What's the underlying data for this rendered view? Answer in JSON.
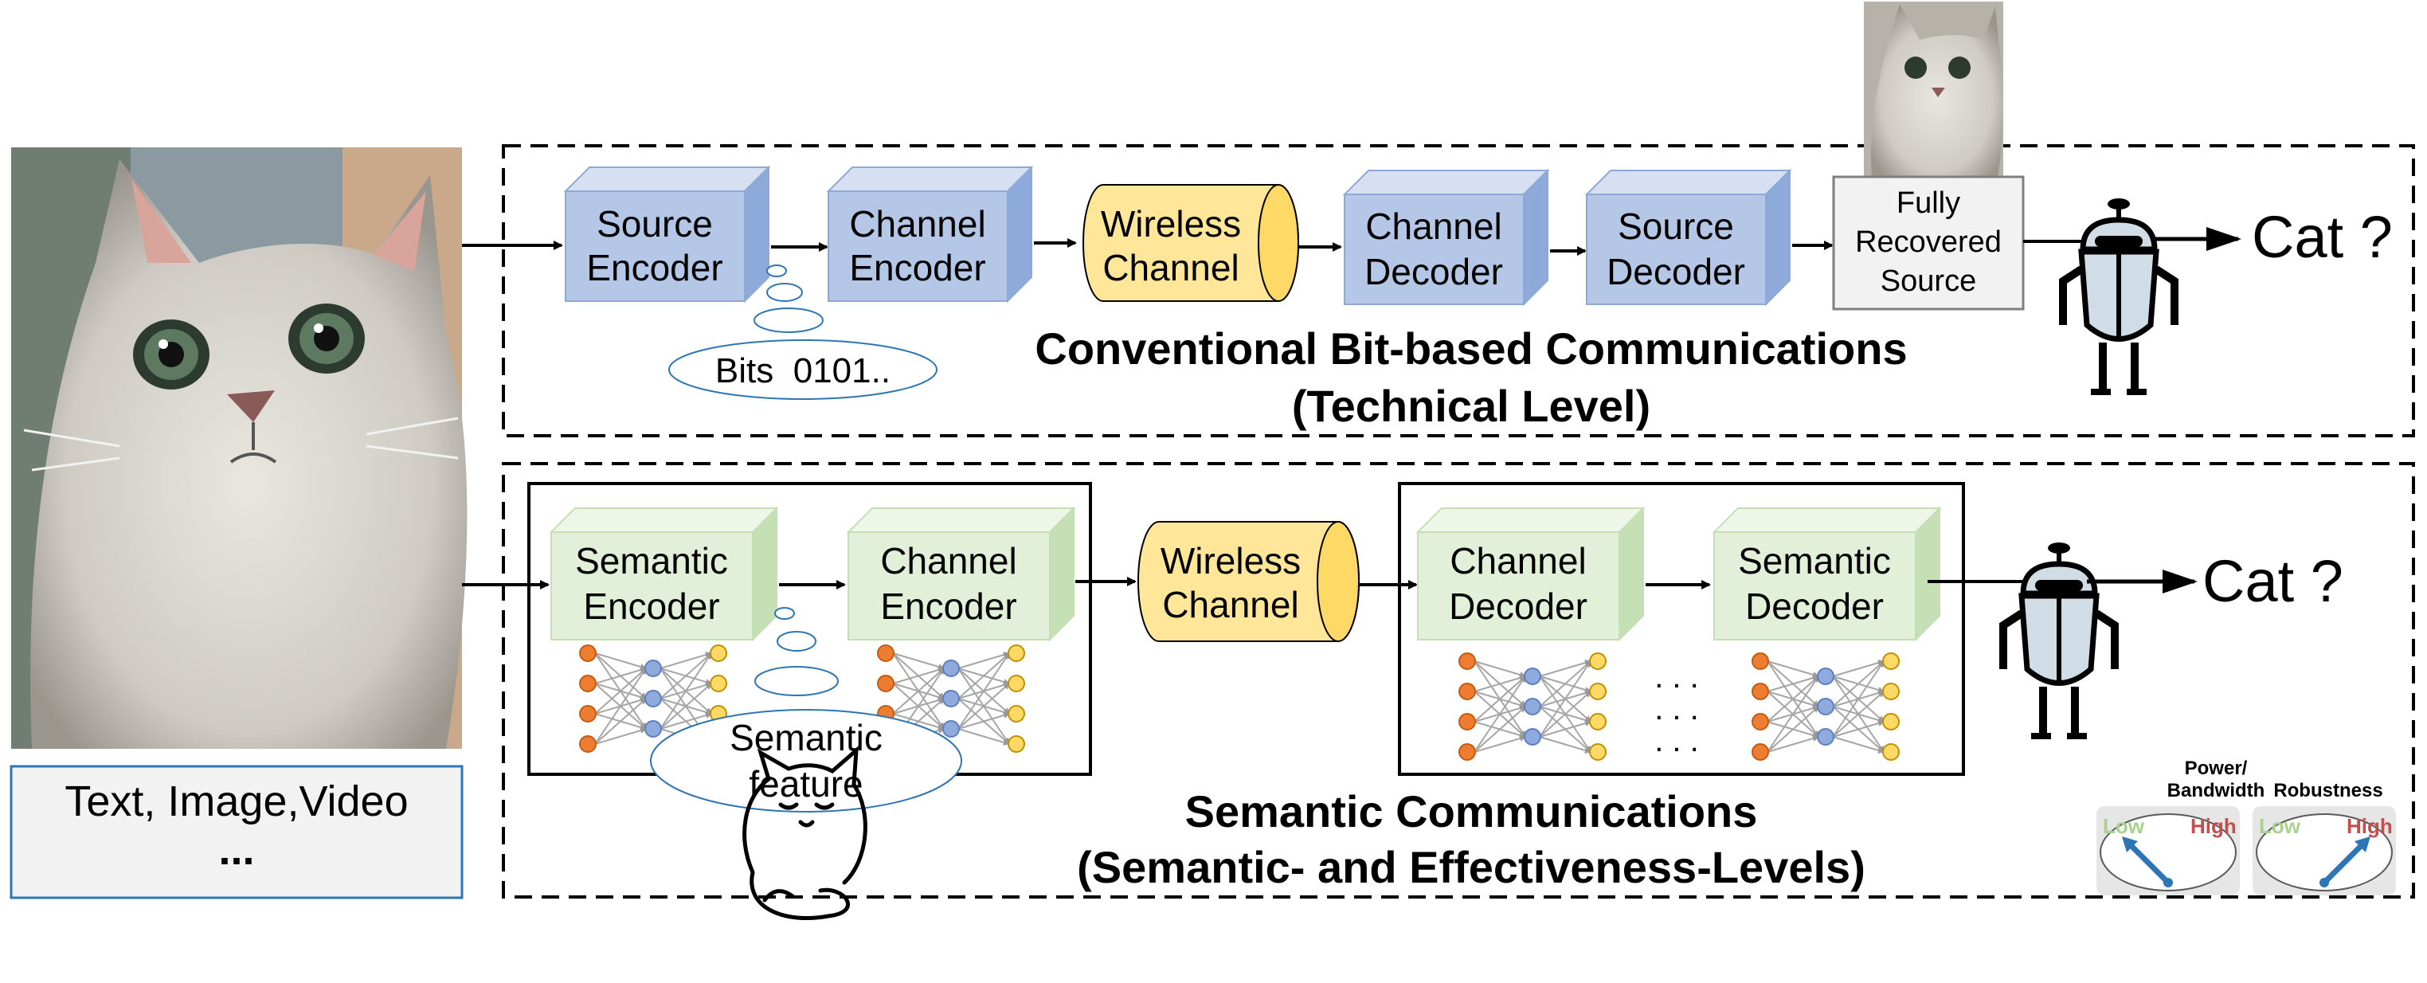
{
  "input": {
    "modality_line1": "Text, Image,Video",
    "modality_line2": "..."
  },
  "conventional": {
    "blocks": [
      {
        "line1": "Source",
        "line2": "Encoder"
      },
      {
        "line1": "Channel",
        "line2": "Encoder"
      },
      {
        "line1": "Wireless",
        "line2": "Channel"
      },
      {
        "line1": "Channel",
        "line2": "Decoder"
      },
      {
        "line1": "Source",
        "line2": "Decoder"
      }
    ],
    "recovered": {
      "line1": "Fully",
      "line2": "Recovered",
      "line3": "Source"
    },
    "bits_label": "Bits  0101..",
    "output_label": "Cat ?",
    "title_line1": "Conventional Bit-based Communications",
    "title_line2": "(Technical Level)"
  },
  "semantic": {
    "blocks": [
      {
        "line1": "Semantic",
        "line2": "Encoder"
      },
      {
        "line1": "Channel",
        "line2": "Encoder"
      },
      {
        "line1": "Wireless",
        "line2": "Channel"
      },
      {
        "line1": "Channel",
        "line2": "Decoder"
      },
      {
        "line1": "Semantic",
        "line2": "Decoder"
      }
    ],
    "feature": {
      "line1": "Semantic",
      "line2": "feature"
    },
    "dots": ". . .",
    "output_label": "Cat ?",
    "title_line1": "Semantic Communications",
    "title_line2": "(Semantic- and Effectiveness-Levels)"
  },
  "gauges": [
    {
      "title_line1": "Power/",
      "title_line2": "Bandwidth",
      "low": "Low",
      "high": "High",
      "pointer": "low"
    },
    {
      "title_line1": "Robustness",
      "title_line2": "",
      "low": "Low",
      "high": "High",
      "pointer": "high"
    }
  ],
  "colors": {
    "blue_block": "#b4c7e7",
    "green_block": "#e2efd9",
    "yellow_channel": "#ffe699",
    "low_text": "#a9d18e",
    "high_text": "#c0504d",
    "gauge_needle": "#2e75b6"
  }
}
